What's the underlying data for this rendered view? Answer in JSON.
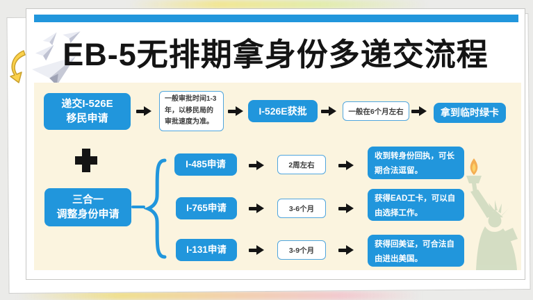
{
  "page": {
    "title": "EB-5无排期拿身份多递交流程"
  },
  "colors": {
    "accent_blue": "#2196DC",
    "panel_cream": "#FBF4DF",
    "arrow_black": "#141414",
    "highlight_yellow": "#FBD14B",
    "statue_green": "#AEC7A9"
  },
  "top_flow": {
    "submit_box": "递交I-526E\n移民申请",
    "review_note": "一般审批时间1-3年，以移民局的审批速度为准。",
    "approved_box": "I-526E获批",
    "wait_note": "一般在6个月左右",
    "green_card_box": "拿到临时绿卡"
  },
  "combo_flow": {
    "group_box": "三合一\n调整身份申请",
    "rows": [
      {
        "application": "I-485申请",
        "duration": "2周左右",
        "result": "收到转身份回执，可长期合法逗留。"
      },
      {
        "application": "I-765申请",
        "duration": "3-6个月",
        "result": "获得EAD工卡，可以自由选择工作。"
      },
      {
        "application": "I-131申请",
        "duration": "3-9个月",
        "result": "获得回美证，可合法自由进出美国。"
      }
    ]
  },
  "icons": {
    "paper_planes": "paper-planes-icon",
    "curved_arrow": "curved-arrow-icon",
    "plus": "plus-icon",
    "brace": "brace-icon",
    "flow_arrow": "flow-arrow-icon",
    "statue": "statue-of-liberty-icon"
  }
}
